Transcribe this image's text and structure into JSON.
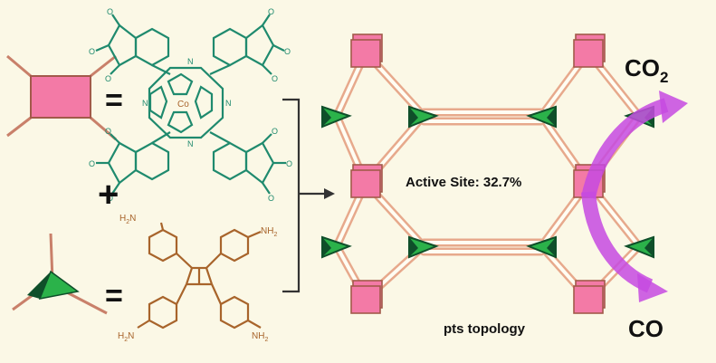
{
  "background_color": "#fbf8e6",
  "colors": {
    "node_fill": "#f37aa6",
    "node_stroke": "#a25a4a",
    "tri_fill": "#2bb24a",
    "tri_dark": "#0f4f2a",
    "linker": "#e7a98c",
    "phthalo": "#1f8a6e",
    "amine": "#a8642b",
    "arrow": "#c64ae0",
    "equals": "#111111"
  },
  "left_panel": {
    "equals_1": "=",
    "plus": "+",
    "equals_2": "=",
    "phthalocyanine": {
      "metal": "Co",
      "nitrogen": "N",
      "oxygen": "O"
    },
    "amine_monomer": {
      "nh2": "NH",
      "nh2_sub": "2",
      "h2n": "H",
      "h2n_sub": "2",
      "h2n_n": "N"
    }
  },
  "right_panel": {
    "active_site_label": "Active Site: 32.7%",
    "topology_label": "pts topology",
    "co2_text": "CO",
    "co2_sub": "2",
    "co_text": "CO"
  }
}
